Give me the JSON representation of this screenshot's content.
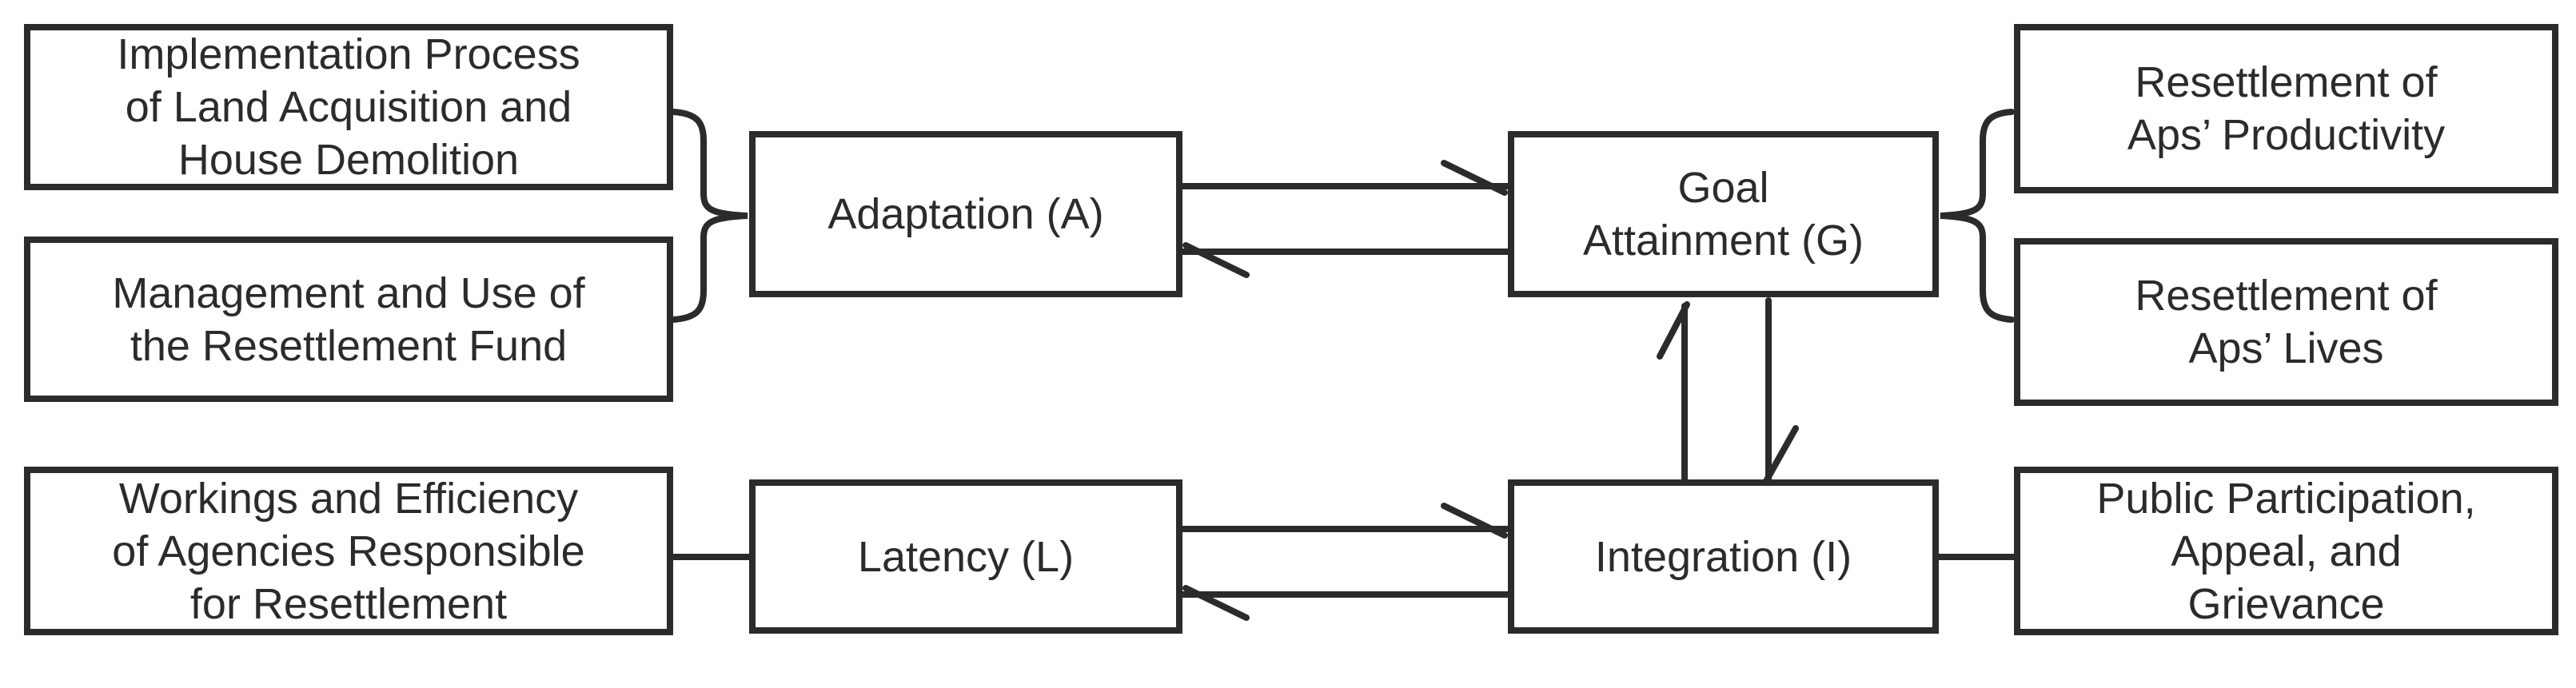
{
  "nodes": {
    "implementation": {
      "text": "Implementation Process\nof Land Acquisition and\nHouse Demolition"
    },
    "management": {
      "text": "Management and Use of\nthe Resettlement Fund"
    },
    "workings": {
      "text": "Workings and Efficiency\nof Agencies Responsible\nfor Resettlement"
    },
    "adaptation": {
      "text": "Adaptation (A)"
    },
    "latency": {
      "text": "Latency (L)"
    },
    "goal": {
      "text": "Goal\nAttainment (G)"
    },
    "integration": {
      "text": "Integration (I)"
    },
    "productivity": {
      "text": "Resettlement of\nAps’ Productivity"
    },
    "lives": {
      "text": "Resettlement of\nAps’ Lives"
    },
    "public": {
      "text": "Public Participation,\nAppeal, and\nGrievance"
    }
  },
  "colors": {
    "line": "#2b2b2b",
    "text": "#2b2b2b",
    "background": "#ffffff"
  }
}
